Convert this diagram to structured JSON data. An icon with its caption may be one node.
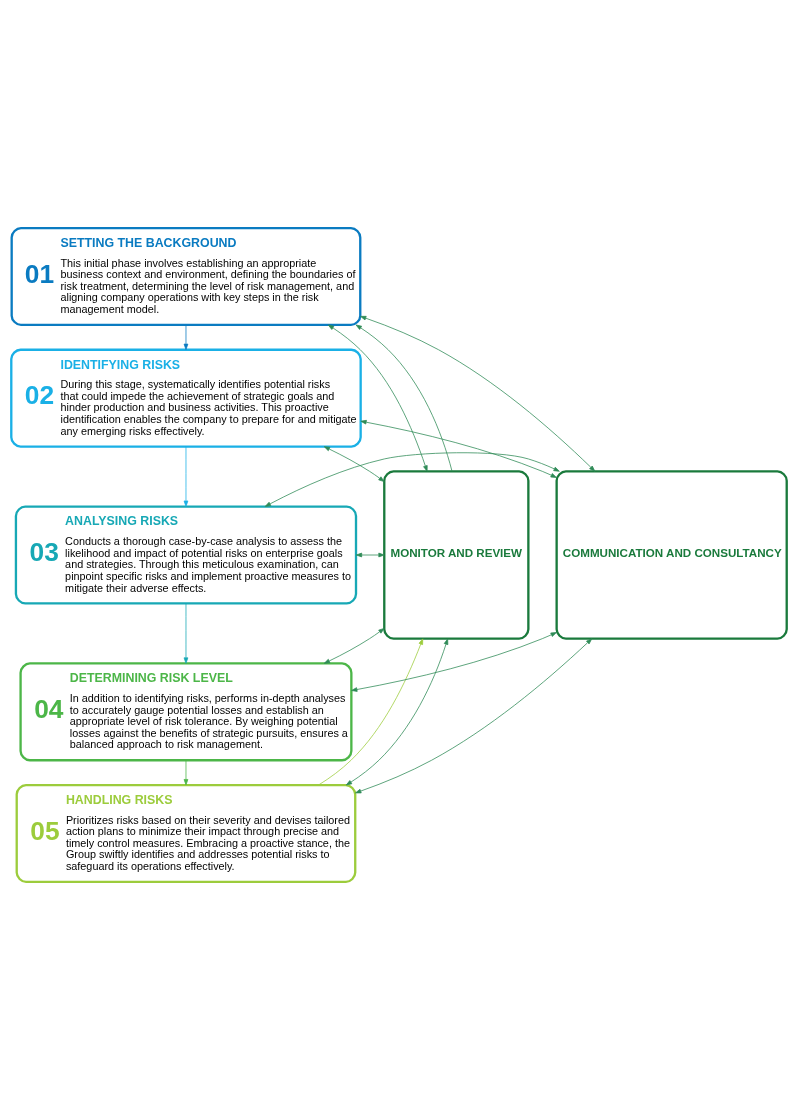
{
  "diagram": {
    "nodes": [
      {
        "text": [
          "01",
          "SETTING THE BACKGROUND",
          "This initial phase involves establishing an appropriate business context and environment, defining the boundaries of risk treatment, determining the level of risk management, and aligning company operations with key steps in the risk management model."
        ]
      },
      {
        "text": [
          "02",
          "IDENTIFYING RISKS",
          "During this stage, systematically identifies potential risks that could impede the achievement of strategic goals and hinder production and business activities. This proactive identification enables the company to prepare for and mitigate any emerging risks effectively."
        ]
      },
      {
        "text": [
          "03",
          "ANALYSING RISKS",
          "Conducts a thorough case-by-case analysis to assess the likelihood and impact of potential risks on enterprise goals and strategies. Through this meticulous examination, can pinpoint specific risks and implement proactive measures to mitigate their adverse effects."
        ]
      },
      {
        "text": [
          "04",
          "DETERMINING RISK LEVEL",
          "In addition to identifying risks, performs in-depth analyses to accurately gauge potential losses and establish an appropriate level of risk tolerance. By weighing potential losses against the benefits of strategic pursuits, ensures a balanced approach to risk management."
        ]
      },
      {
        "text": [
          "05",
          "HANDLING RISKS",
          "Prioritizes risks based on their severity and devises tailored action plans to minimize their impact through precise and timely control measures. Embracing a proactive stance, the Group swiftly identifies and addresses potential risks to safeguard its operations effectively."
        ]
      },
      {
        "text": [
          "COMMUNICATION AND CONSULTANCY"
        ]
      },
      {
        "text": [
          "MONITOR AND REVIEW"
        ]
      }
    ],
    "edges": [
      {
        "from": 0,
        "to": 1,
        "arrow": "to",
        "color": "#0a7bc1"
      },
      {
        "from": 1,
        "to": 2,
        "arrow": "to",
        "color": "#1ab0e6"
      },
      {
        "from": 2,
        "to": 3,
        "arrow": "to",
        "color": "#17a8b5"
      },
      {
        "from": 3,
        "to": 4,
        "arrow": "to",
        "color": "#4cb648"
      },
      {
        "from": 4,
        "to": 6,
        "arrow": "to",
        "color": "#9ccc3c"
      },
      {
        "from": 6,
        "to": 0,
        "arrow": "to"
      },
      {
        "from": 5,
        "to": 0,
        "arrow": "both"
      },
      {
        "from": 5,
        "to": 1,
        "arrow": "both"
      },
      {
        "from": 5,
        "to": 2,
        "arrow": "both"
      },
      {
        "from": 5,
        "to": 3,
        "arrow": "both"
      },
      {
        "from": 5,
        "to": 4,
        "arrow": "both"
      },
      {
        "from": 0,
        "to": 6,
        "arrow": "both"
      },
      {
        "from": 1,
        "to": 6,
        "arrow": "both"
      },
      {
        "from": 2,
        "to": 6,
        "arrow": "both"
      },
      {
        "from": 3,
        "to": 6,
        "arrow": "both"
      },
      {
        "from": 4,
        "to": 6,
        "arrow": "both"
      }
    ]
  }
}
